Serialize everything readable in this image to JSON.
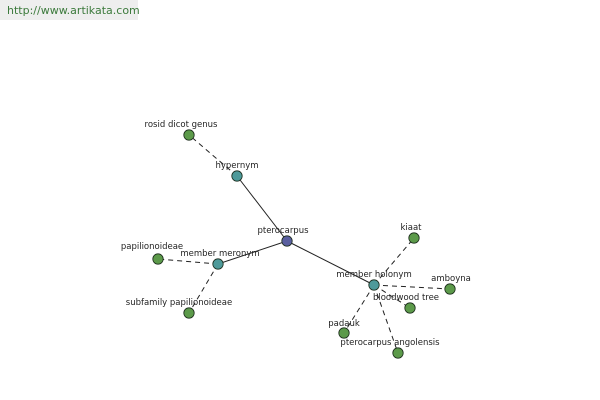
{
  "header": {
    "url": "http://www.artikata.com"
  },
  "colors": {
    "root": "#5a5fa0",
    "relation": "#4e9a9a",
    "leaf": "#5c9a4a"
  },
  "nodes": [
    {
      "id": "pterocarpus",
      "label": "pterocarpus",
      "kind": "root"
    },
    {
      "id": "hypernym",
      "label": "hypernym",
      "kind": "relation"
    },
    {
      "id": "member-meronym",
      "label": "member meronym",
      "kind": "relation"
    },
    {
      "id": "member-holonym",
      "label": "member holonym",
      "kind": "relation"
    },
    {
      "id": "rosid-dicot-genus",
      "label": "rosid dicot genus",
      "kind": "leaf"
    },
    {
      "id": "papilionoideae",
      "label": "papilionoideae",
      "kind": "leaf"
    },
    {
      "id": "subfamily-papilionoideae",
      "label": "subfamily papilionoideae",
      "kind": "leaf"
    },
    {
      "id": "kiaat",
      "label": "kiaat",
      "kind": "leaf"
    },
    {
      "id": "amboyna",
      "label": "amboyna",
      "kind": "leaf"
    },
    {
      "id": "bloodwood-tree",
      "label": "bloodwood tree",
      "kind": "leaf"
    },
    {
      "id": "padauk",
      "label": "padauk",
      "kind": "leaf"
    },
    {
      "id": "pterocarpus-angolensis",
      "label": "pterocarpus angolensis",
      "kind": "leaf"
    }
  ],
  "edges": [
    {
      "from": "pterocarpus",
      "to": "hypernym",
      "style": "solid"
    },
    {
      "from": "pterocarpus",
      "to": "member-meronym",
      "style": "solid"
    },
    {
      "from": "pterocarpus",
      "to": "member-holonym",
      "style": "solid"
    },
    {
      "from": "hypernym",
      "to": "rosid-dicot-genus",
      "style": "dashed"
    },
    {
      "from": "member-meronym",
      "to": "papilionoideae",
      "style": "dashed"
    },
    {
      "from": "member-meronym",
      "to": "subfamily-papilionoideae",
      "style": "dashed"
    },
    {
      "from": "member-holonym",
      "to": "kiaat",
      "style": "dashed"
    },
    {
      "from": "member-holonym",
      "to": "amboyna",
      "style": "dashed"
    },
    {
      "from": "member-holonym",
      "to": "bloodwood-tree",
      "style": "dashed"
    },
    {
      "from": "member-holonym",
      "to": "padauk",
      "style": "dashed"
    },
    {
      "from": "member-holonym",
      "to": "pterocarpus-angolensis",
      "style": "dashed"
    }
  ]
}
